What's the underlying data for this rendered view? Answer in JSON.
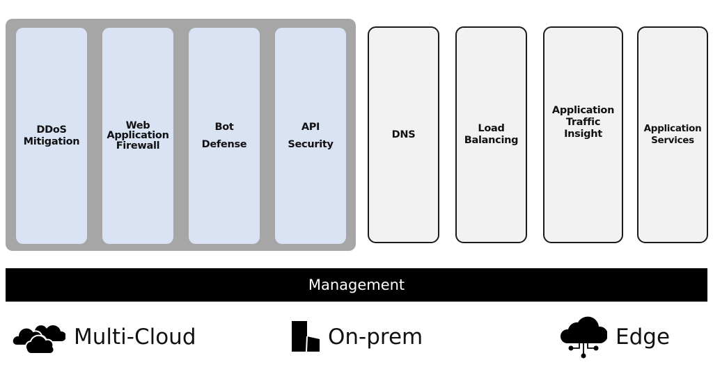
{
  "security_group": {
    "fill_color": "#a6a6a6",
    "box_color": "#dae3f3",
    "items": [
      {
        "label": "DDoS\nMitigation"
      },
      {
        "label": "Web\nApplication\nFirewall"
      },
      {
        "label": "Bot\nDefense"
      },
      {
        "label": "API\nSecurity"
      }
    ]
  },
  "services": {
    "box_color": "#f2f2f2",
    "items": [
      {
        "label": "DNS"
      },
      {
        "label": "Load\nBalancing"
      },
      {
        "label": "Application\nTraffic\nInsight"
      },
      {
        "label": "Application\nServices"
      }
    ]
  },
  "management": {
    "label": "Management"
  },
  "environments": [
    {
      "icon": "multi-cloud-icon",
      "label": "Multi-Cloud"
    },
    {
      "icon": "building-icon",
      "label": "On-prem"
    },
    {
      "icon": "edge-cloud-icon",
      "label": "Edge"
    }
  ]
}
